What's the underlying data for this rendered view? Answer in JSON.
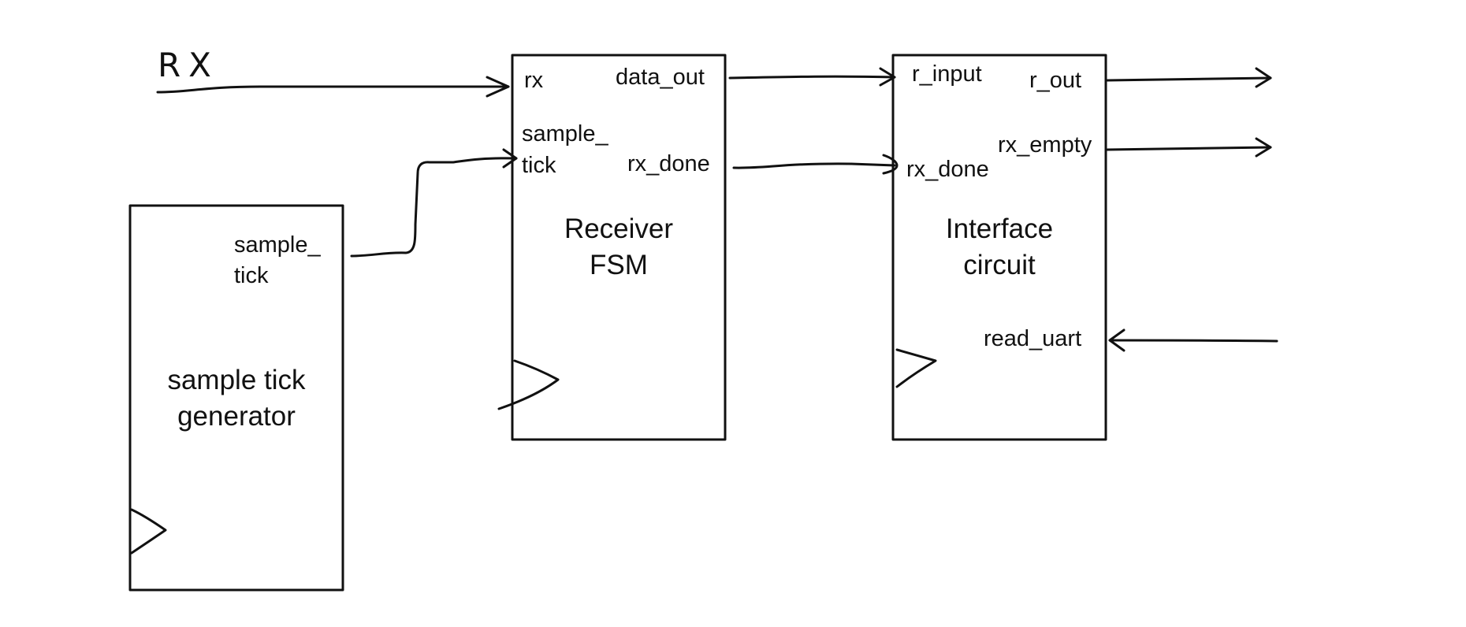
{
  "input_label": "RX",
  "blocks": {
    "tick_gen": {
      "title_line1": "sample tick",
      "title_line2": "generator",
      "port_tick_line1": "sample_",
      "port_tick_line2": "tick"
    },
    "receiver": {
      "title_line1": "Receiver",
      "title_line2": "FSM",
      "port_rx": "rx",
      "port_tick_line1": "sample_",
      "port_tick_line2": "tick",
      "port_data_out": "data_out",
      "port_rx_done": "rx_done"
    },
    "interface": {
      "title_line1": "Interface",
      "title_line2": "circuit",
      "port_r_input": "r_input",
      "port_rx_done": "rx_done",
      "port_r_out": "r_out",
      "port_rx_empty": "rx_empty",
      "port_read_uart": "read_uart"
    }
  },
  "colors": {
    "stroke": "#111111",
    "background": "#ffffff"
  }
}
